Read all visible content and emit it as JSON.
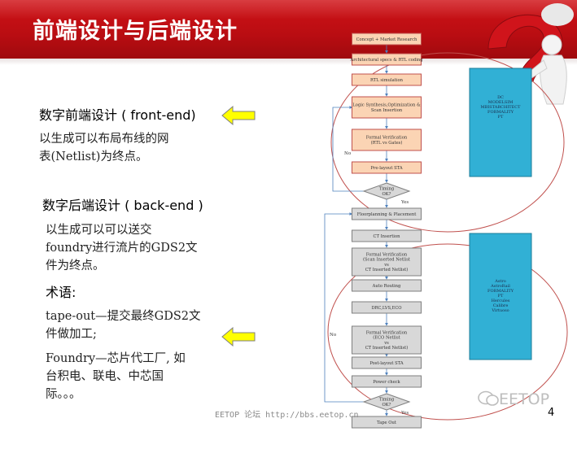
{
  "title": "前端设计与后端设计",
  "frontend": {
    "heading": "数字前端设计 ( front-end)",
    "desc_lines": [
      "以生成可以布局布线的网",
      "表(Netlist)为终点。"
    ]
  },
  "backend": {
    "heading": "数字后端设计 (   back-end  )",
    "desc_lines": [
      "以生成可以可以送交",
      "foundry进行流片的GDS2文",
      "件为终点。"
    ]
  },
  "terms": {
    "heading": "术语:",
    "tapeout_lines": [
      "tape-out—提交最终GDS2文",
      "件做加工;"
    ],
    "foundry_lines": [
      "Foundry—芯片代工厂, 如",
      "台积电、联电、中芯国",
      "际。。。"
    ]
  },
  "flow": {
    "steps": [
      {
        "id": "concept",
        "lines": [
          "Concept + Market Research"
        ],
        "style": "box"
      },
      {
        "id": "arch",
        "lines": [
          "Architectural specs & RTL coding"
        ],
        "style": "box"
      },
      {
        "id": "rtl-sim",
        "lines": [
          "RTL simulation"
        ],
        "style": "box"
      },
      {
        "id": "synth",
        "lines": [
          "Logic Synthesis,Optimization &",
          "Scan Insertion"
        ],
        "style": "box"
      },
      {
        "id": "fv1",
        "lines": [
          "Formal Verification",
          "(RTL vs Gates)"
        ],
        "style": "box"
      },
      {
        "id": "sta1",
        "lines": [
          "Pre-layout STA"
        ],
        "style": "box"
      },
      {
        "id": "timing1",
        "lines": [
          "Timing",
          "OK?"
        ],
        "style": "diamond"
      },
      {
        "id": "floorplan",
        "lines": [
          "Floorplanning & Placement"
        ],
        "style": "grey"
      },
      {
        "id": "ct",
        "lines": [
          "CT Insertion"
        ],
        "style": "grey"
      },
      {
        "id": "fv2",
        "lines": [
          "Formal Verification",
          "(Scan Inserted Netlist",
          "vs",
          "CT Inserted Netlist)"
        ],
        "style": "grey"
      },
      {
        "id": "route",
        "lines": [
          "Auto Routing"
        ],
        "style": "grey"
      },
      {
        "id": "drc",
        "lines": [
          "DRC,LVS,ECO"
        ],
        "style": "grey"
      },
      {
        "id": "fv3",
        "lines": [
          "Formal Verification",
          "(ECO Netlist",
          "vs",
          "CT Inserted Netlist)"
        ],
        "style": "grey"
      },
      {
        "id": "sta2",
        "lines": [
          "Post-layout STA"
        ],
        "style": "grey"
      },
      {
        "id": "power",
        "lines": [
          "Power check"
        ],
        "style": "grey"
      },
      {
        "id": "timing2",
        "lines": [
          "Timing",
          "OK?"
        ],
        "style": "diamond"
      },
      {
        "id": "tapeout",
        "lines": [
          "Tape Out"
        ],
        "style": "grey"
      }
    ],
    "front_tools": [
      "DC",
      "MODELSIM",
      "MBISTARCHITECT",
      "FORMALITY",
      "PT"
    ],
    "back_tools": [
      "Astro",
      "AstroRail",
      "FORMALITY",
      "PT",
      "Hercules",
      "Calibre",
      "Virtuoso"
    ],
    "no_label": "No",
    "yes_label": "Yes"
  },
  "watermark": "EETOP 论坛 http://bbs.eetop.cn",
  "brand": "EETOP",
  "page_number": "4",
  "colors": {
    "title_bar": "#c8101a",
    "front_box": "#fbd4b4",
    "back_box": "#d8d8d8",
    "tool_box": "#31b0d5",
    "ellipse": "#c0504d",
    "arrow": "#ffff00"
  }
}
